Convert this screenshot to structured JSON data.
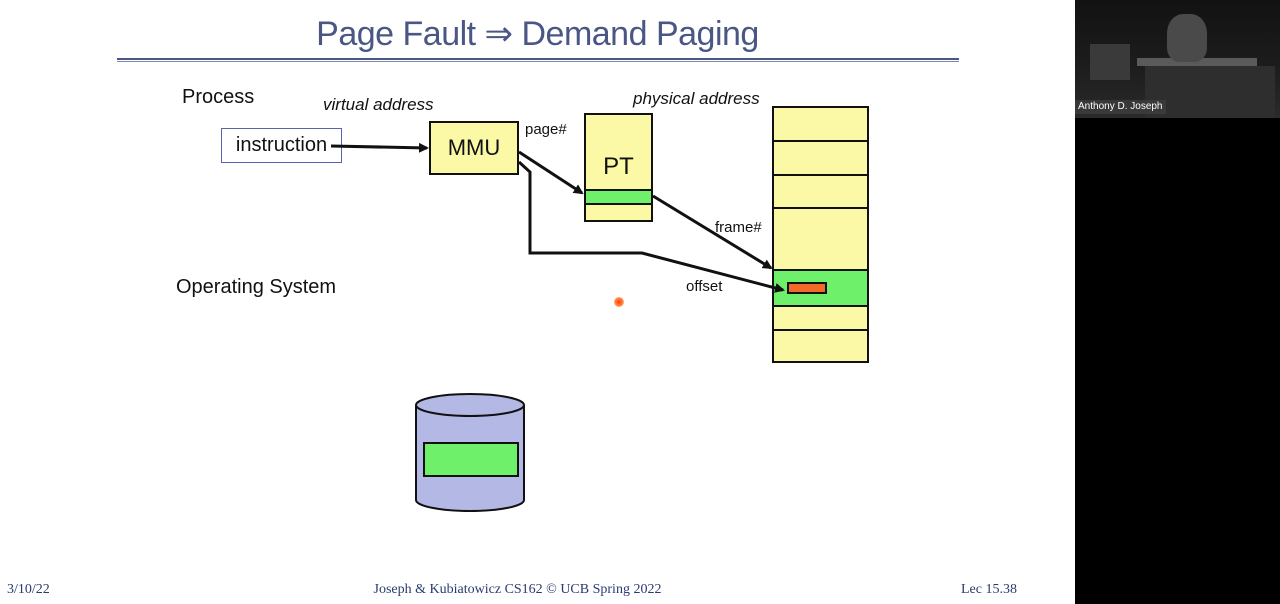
{
  "slide": {
    "title": "Page Fault ⇒ Demand Paging",
    "labels": {
      "process": "Process",
      "virtual_address": "virtual address",
      "physical_address": "physical address",
      "instruction": "instruction",
      "mmu": "MMU",
      "page_num": "page#",
      "pt": "PT",
      "frame_num": "frame#",
      "offset": "offset",
      "operating_system": "Operating System"
    },
    "footer": {
      "date": "3/10/22",
      "course": "Joseph & Kubiatowicz CS162 © UCB Spring 2022",
      "lecture": "Lec 15.38"
    },
    "colors": {
      "title": "#4a5784",
      "box_fill": "#fbf9a6",
      "highlight": "#6ef06b",
      "offset_block": "#f06a2a",
      "disk": "#b3b8e4"
    }
  },
  "video": {
    "presenter_name": "Anthony D. Joseph"
  }
}
